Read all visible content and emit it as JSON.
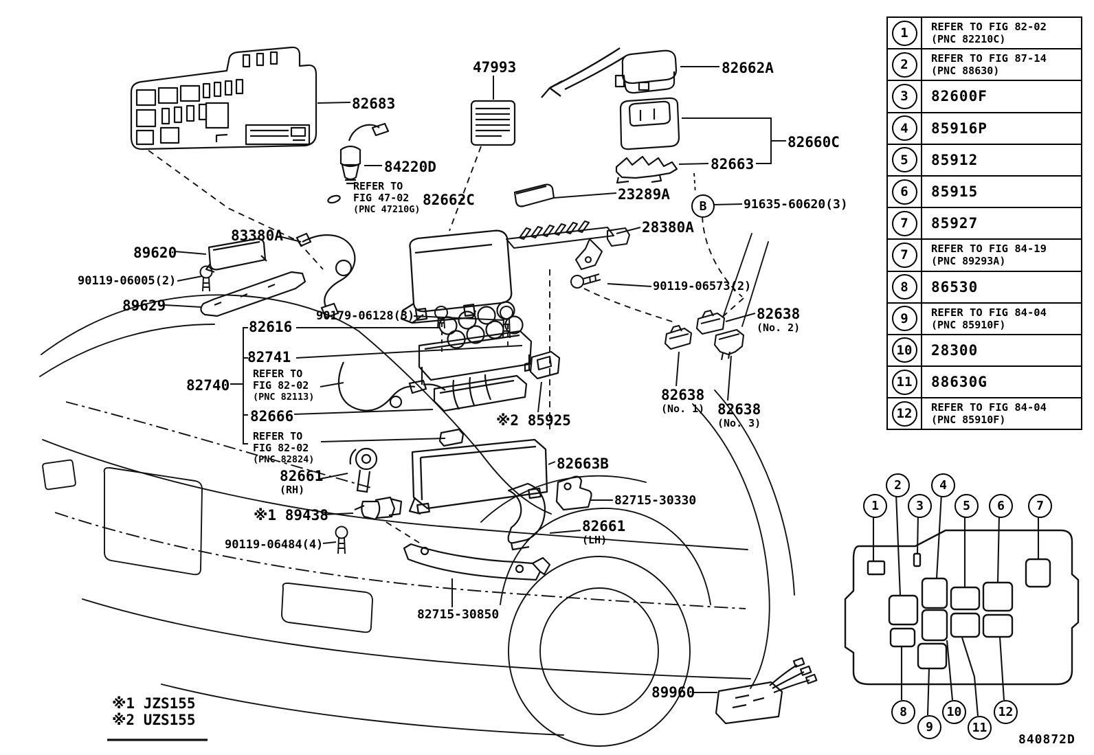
{
  "doc": {
    "drawing_code": "840872D"
  },
  "legend": {
    "note1": "※1 JZS155",
    "note2": "※2 UZS155"
  },
  "ref_marker": "B",
  "labels": [
    {
      "text": "47993"
    },
    {
      "text": "82662A"
    },
    {
      "text": "82683"
    },
    {
      "text": "82660C"
    },
    {
      "text": "84220D"
    },
    {
      "text": "82663"
    },
    {
      "text": "REFER TO\nFIG 47-02",
      "sub": "(PNC 47210G)"
    },
    {
      "text": "82662C"
    },
    {
      "text": "23289A"
    },
    {
      "text": "91635-60620(3)"
    },
    {
      "text": "28380A"
    },
    {
      "text": "83380A"
    },
    {
      "text": "89620"
    },
    {
      "text": "90119-06005(2)"
    },
    {
      "text": "89629"
    },
    {
      "text": "90179-06128(3)"
    },
    {
      "text": "90119-06573(2)"
    },
    {
      "text": "82616"
    },
    {
      "text": "82638",
      "sub": "(No. 2)"
    },
    {
      "text": "82741"
    },
    {
      "text": "REFER TO\nFIG 82-02",
      "sub": "(PNC 82113)"
    },
    {
      "text": "82740"
    },
    {
      "text": "82666"
    },
    {
      "text": "※2 85925"
    },
    {
      "text": "82638",
      "sub": "(No. 1)"
    },
    {
      "text": "82638",
      "sub": "(No. 3)"
    },
    {
      "text": "REFER TO\nFIG 82-02",
      "sub": "(PNC 82824)"
    },
    {
      "text": "82663B"
    },
    {
      "text": "82661",
      "sub": "(RH)"
    },
    {
      "text": "82715-30330"
    },
    {
      "text": "※1 89438"
    },
    {
      "text": "82661",
      "sub": "(LH)"
    },
    {
      "text": "90119-06484(4)"
    },
    {
      "text": "82715-30850"
    },
    {
      "text": "89960"
    }
  ],
  "parts_table": {
    "rows": [
      {
        "num": "1",
        "text": "REFER TO FIG 82-02",
        "sub": "(PNC 82210C)"
      },
      {
        "num": "2",
        "text": "REFER TO FIG 87-14",
        "sub": "(PNC 88630)"
      },
      {
        "num": "3",
        "text": "82600F",
        "sub": ""
      },
      {
        "num": "4",
        "text": "85916P",
        "sub": ""
      },
      {
        "num": "5",
        "text": "85912",
        "sub": ""
      },
      {
        "num": "6",
        "text": "85915",
        "sub": ""
      },
      {
        "num": "7",
        "text": "85927",
        "sub": ""
      },
      {
        "num": "7",
        "text": "REFER TO FIG 84-19",
        "sub": "(PNC 89293A)"
      },
      {
        "num": "8",
        "text": "86530",
        "sub": ""
      },
      {
        "num": "9",
        "text": "REFER TO FIG 84-04",
        "sub": "(PNC 85910F)"
      },
      {
        "num": "10",
        "text": "28300",
        "sub": ""
      },
      {
        "num": "11",
        "text": "88630G",
        "sub": ""
      },
      {
        "num": "12",
        "text": "REFER TO FIG 84-04",
        "sub": "(PNC 85910F)"
      }
    ]
  },
  "inset": {
    "callouts": [
      "1",
      "2",
      "3",
      "4",
      "5",
      "6",
      "7",
      "8",
      "9",
      "10",
      "11",
      "12"
    ]
  }
}
